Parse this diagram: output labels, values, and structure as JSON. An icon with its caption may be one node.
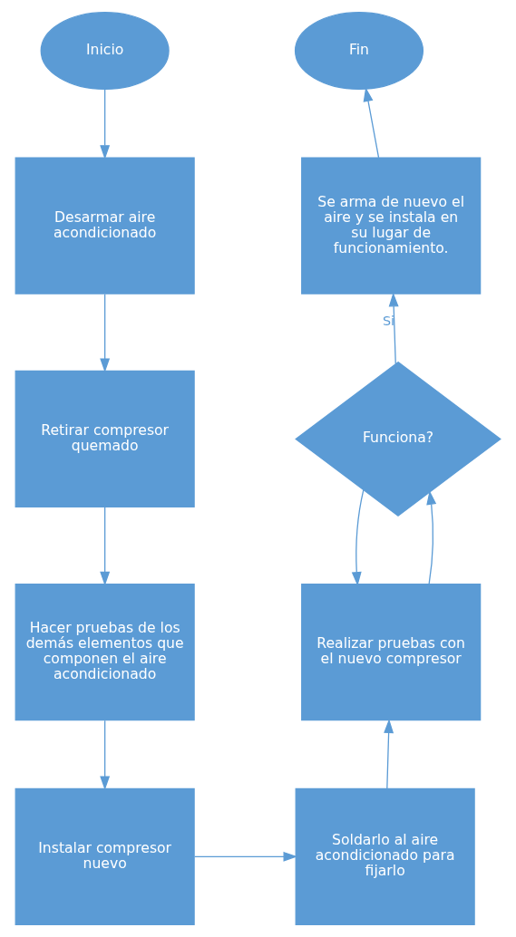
{
  "diagram": {
    "nodes": [
      {
        "text": [
          "Inicio"
        ]
      },
      {
        "text": [
          "Desarmar aire acondicionado"
        ]
      },
      {
        "text": [
          "Retirar compresor quemado"
        ]
      },
      {
        "text": [
          "Hacer pruebas de los demás elementos que componen el aire acondicionado"
        ]
      },
      {
        "text": [
          "Instalar compresor nuevo"
        ]
      },
      {
        "text": [
          "Soldarlo al aire acondicionado para fijarlo"
        ]
      },
      {
        "text": [
          "Realizar pruebas con el nuevo compresor"
        ]
      },
      {
        "text": [
          "Funciona?"
        ]
      },
      {
        "text": [
          "Se arma de nuevo el aire y se instala en su lugar de funcionamiento."
        ]
      },
      {
        "text": [
          "Fin"
        ]
      }
    ],
    "edges": [
      {
        "from": 0,
        "to": 1,
        "arrow": "to"
      },
      {
        "from": 1,
        "to": 2,
        "arrow": "to"
      },
      {
        "from": 2,
        "to": 3,
        "arrow": "to"
      },
      {
        "from": 3,
        "to": 4,
        "arrow": "to"
      },
      {
        "from": 4,
        "to": 5,
        "arrow": "to"
      },
      {
        "from": 5,
        "to": 6,
        "arrow": "to"
      },
      {
        "from": 6,
        "to": 7,
        "arrow": "to"
      },
      {
        "from": 7,
        "to": 8,
        "label": "Si",
        "arrow": "to"
      },
      {
        "from": 7,
        "to": 6,
        "arrow": "to"
      },
      {
        "from": 8,
        "to": 9,
        "arrow": "to"
      }
    ]
  }
}
